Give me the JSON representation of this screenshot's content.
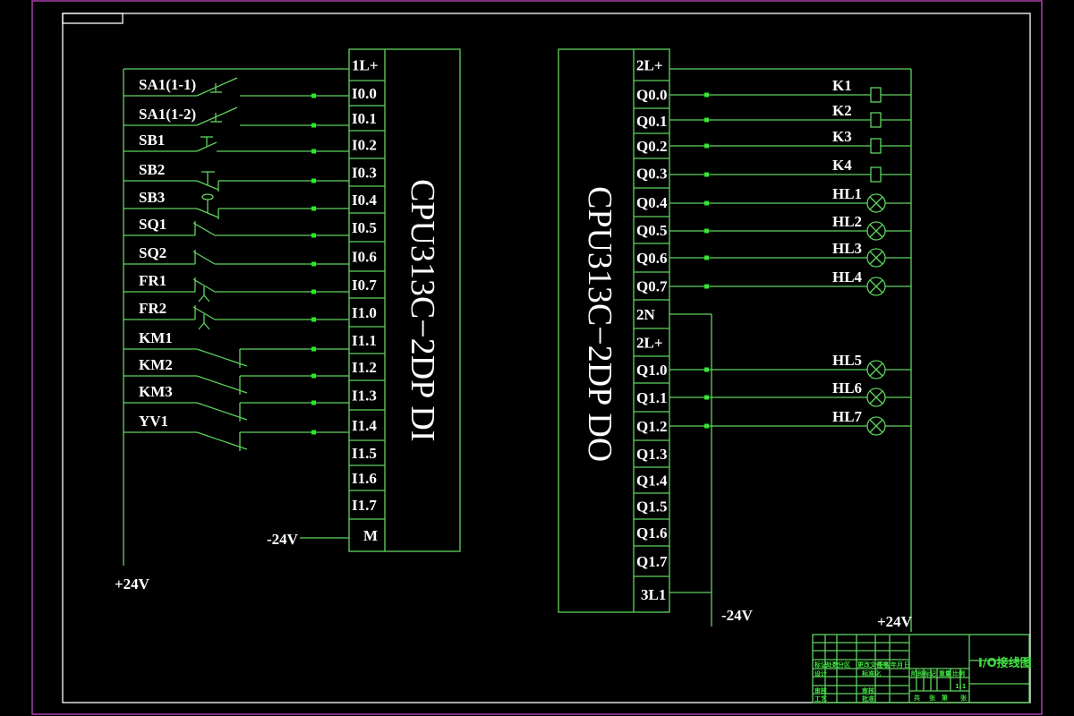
{
  "colors": {
    "background": "#000000",
    "wire": "#5fd35f",
    "junction": "#22ee22",
    "frame": "#ffffff",
    "outer_border": "#a03ca0",
    "text": "#ffffff",
    "title_block_text": "#3ee03e"
  },
  "di_module": {
    "title": "CPU313C−2DP DI",
    "pins": [
      "1L+",
      "I0.0",
      "I0.1",
      "I0.2",
      "I0.3",
      "I0.4",
      "I0.5",
      "I0.6",
      "I0.7",
      "I1.0",
      "I1.1",
      "I1.2",
      "I1.3",
      "I1.4",
      "I1.5",
      "I1.6",
      "I1.7",
      "M"
    ],
    "common_label": "-24V",
    "supply_label": "+24V"
  },
  "inputs": [
    {
      "label": "SA1(1-1)",
      "pin": "I0.0",
      "symbol": "selector-switch-no"
    },
    {
      "label": "SA1(1-2)",
      "pin": "I0.1",
      "symbol": "selector-switch-no"
    },
    {
      "label": "SB1",
      "pin": "I0.2",
      "symbol": "pushbutton-no"
    },
    {
      "label": "SB2",
      "pin": "I0.3",
      "symbol": "pushbutton-nc"
    },
    {
      "label": "SB3",
      "pin": "I0.4",
      "symbol": "mushroom-button-nc"
    },
    {
      "label": "SQ1",
      "pin": "I0.5",
      "symbol": "limit-switch-no"
    },
    {
      "label": "SQ2",
      "pin": "I0.6",
      "symbol": "limit-switch-no"
    },
    {
      "label": "FR1",
      "pin": "I0.7",
      "symbol": "thermal-relay-contact"
    },
    {
      "label": "FR2",
      "pin": "I1.0",
      "symbol": "thermal-relay-contact"
    },
    {
      "label": "KM1",
      "pin": "I1.1",
      "symbol": "contactor-aux-contact"
    },
    {
      "label": "KM2",
      "pin": "I1.2",
      "symbol": "contactor-aux-contact"
    },
    {
      "label": "KM3",
      "pin": "I1.3",
      "symbol": "contactor-aux-contact"
    },
    {
      "label": "YV1",
      "pin": "I1.4",
      "symbol": "contactor-aux-contact"
    }
  ],
  "do_module": {
    "title": "CPU313C−2DP DO",
    "pins": [
      "2L+",
      "Q0.0",
      "Q0.1",
      "Q0.2",
      "Q0.3",
      "Q0.4",
      "Q0.5",
      "Q0.6",
      "Q0.7",
      "2N",
      "2L+",
      "Q1.0",
      "Q1.1",
      "Q1.2",
      "Q1.3",
      "Q1.4",
      "Q1.5",
      "Q1.6",
      "Q1.7",
      "3L1"
    ],
    "common_label": "-24V",
    "supply_label": "+24V"
  },
  "outputs": [
    {
      "label": "K1",
      "pin": "Q0.0",
      "symbol": "relay-coil"
    },
    {
      "label": "K2",
      "pin": "Q0.1",
      "symbol": "relay-coil"
    },
    {
      "label": "K3",
      "pin": "Q0.2",
      "symbol": "relay-coil"
    },
    {
      "label": "K4",
      "pin": "Q0.3",
      "symbol": "relay-coil"
    },
    {
      "label": "HL1",
      "pin": "Q0.4",
      "symbol": "indicator-lamp"
    },
    {
      "label": "HL2",
      "pin": "Q0.5",
      "symbol": "indicator-lamp"
    },
    {
      "label": "HL3",
      "pin": "Q0.6",
      "symbol": "indicator-lamp"
    },
    {
      "label": "HL4",
      "pin": "Q0.7",
      "symbol": "indicator-lamp"
    },
    {
      "label": "HL5",
      "pin": "Q1.0",
      "symbol": "indicator-lamp"
    },
    {
      "label": "HL6",
      "pin": "Q1.1",
      "symbol": "indicator-lamp"
    },
    {
      "label": "HL7",
      "pin": "Q1.2",
      "symbol": "indicator-lamp"
    }
  ],
  "title_block": {
    "drawing_title": "I/O接线图",
    "row_labels": [
      "标记",
      "处数",
      "分区",
      "更改文件号",
      "签名",
      "年",
      "月",
      "日"
    ],
    "left_labels": [
      "设计",
      "审核",
      "工艺"
    ],
    "mid_labels": [
      "标准化",
      "审核",
      "批准"
    ],
    "right_headers": [
      "阶段标记",
      "重量",
      "比例"
    ],
    "scale": "1:1",
    "sheet_labels": [
      "共",
      "张",
      "第",
      "张"
    ]
  }
}
